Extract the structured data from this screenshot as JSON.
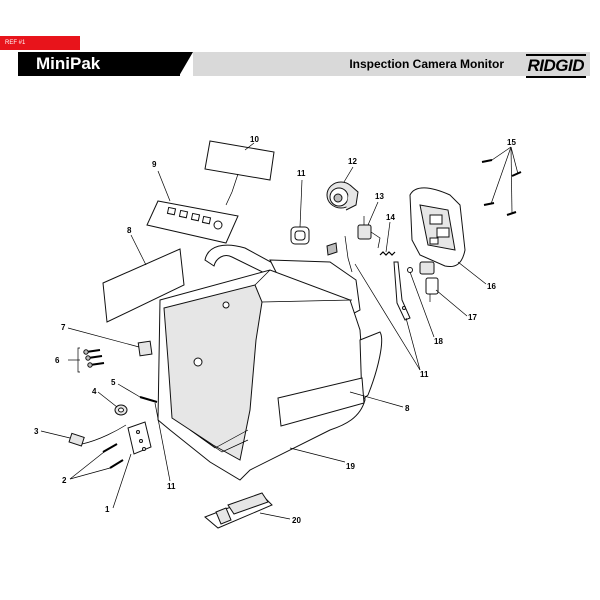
{
  "ref_tag": "REF #1",
  "header": {
    "title": "MiniPak",
    "subtitle": "Inspection Camera Monitor",
    "brand": "RIDGID"
  },
  "callouts": {
    "c1": "1",
    "c2": "2",
    "c3": "3",
    "c4": "4",
    "c5": "5",
    "c6": "6",
    "c7": "7",
    "c8a": "8",
    "c8b": "8",
    "c9": "9",
    "c10": "10",
    "c11a": "11",
    "c11b": "11",
    "c11c": "11",
    "c12": "12",
    "c13": "13",
    "c14": "14",
    "c15": "15",
    "c16": "16",
    "c17": "17",
    "c18": "18",
    "c19": "19",
    "c20": "20"
  }
}
